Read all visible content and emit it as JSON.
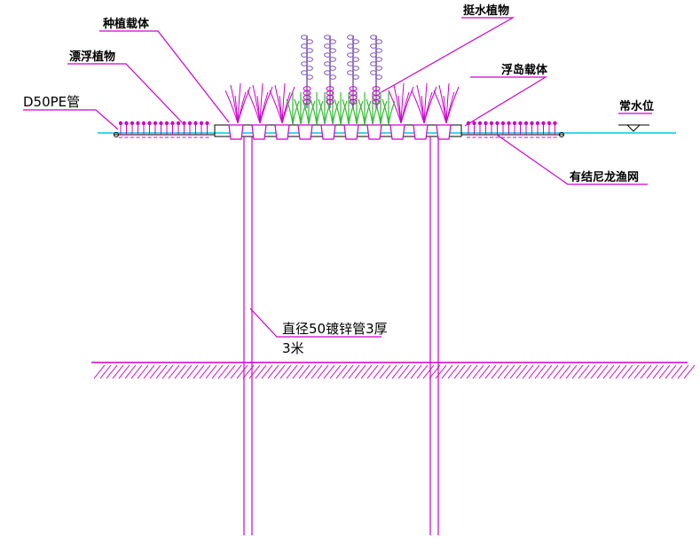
{
  "labels": {
    "planting_carrier": "种植载体",
    "floating_plants": "漂浮植物",
    "emergent_plants": "挺水植物",
    "island_carrier": "浮岛载体",
    "pe_pipe": "D50PE管",
    "water_level": "常水位",
    "nylon_net": "有结尼龙渔网",
    "steel_pipe_line1": "直径50镀锌管3厚",
    "steel_pipe_line2": "3米"
  },
  "colors": {
    "magenta": "#cc00cc",
    "cyan": "#00c8dc",
    "green": "#33bb33",
    "purple": "#7a52b4",
    "black": "#000000"
  }
}
